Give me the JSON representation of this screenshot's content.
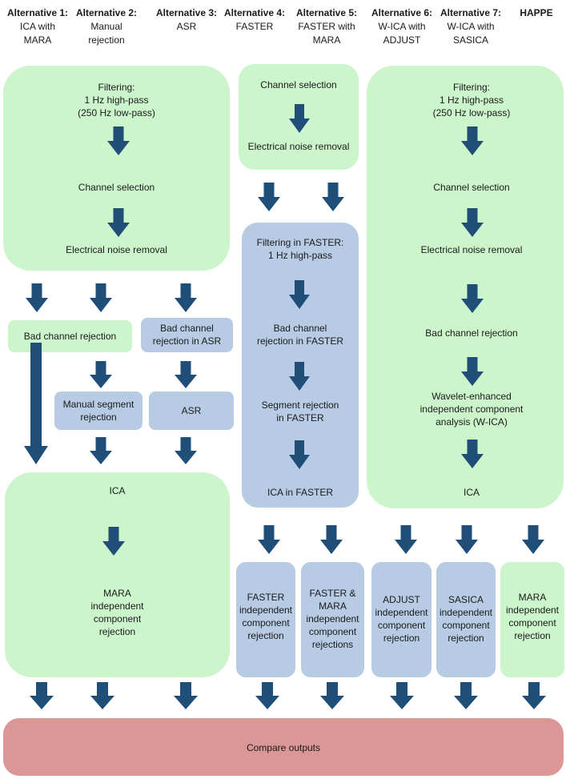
{
  "headers": [
    {
      "title": "Alternative 1:",
      "sub": [
        "ICA with",
        "MARA"
      ]
    },
    {
      "title": "Alternative 2:",
      "sub": [
        "Manual",
        "rejection"
      ]
    },
    {
      "title": "Alternative 3:",
      "sub": [
        "ASR"
      ]
    },
    {
      "title": "Alternative 4:",
      "sub": [
        "FASTER"
      ]
    },
    {
      "title": "Alternative 5:",
      "sub": [
        "FASTER  with",
        "MARA"
      ]
    },
    {
      "title": "Alternative 6:",
      "sub": [
        "W-ICA with",
        "ADJUST"
      ]
    },
    {
      "title": "Alternative 7:",
      "sub": [
        "W-ICA with",
        "SASICA"
      ]
    },
    {
      "title": "HAPPE",
      "sub": []
    }
  ],
  "left_pre": {
    "filtering": [
      "Filtering:",
      "1 Hz high-pass",
      "(250 Hz low-pass)"
    ],
    "channel_selection": "Channel selection",
    "noise_removal": "Electrical noise removal"
  },
  "mid_pre": {
    "channel_selection": "Channel selection",
    "noise_removal": "Electrical noise removal"
  },
  "right_pre": {
    "filtering": [
      "Filtering:",
      "1 Hz high-pass",
      "(250 Hz low-pass)"
    ],
    "channel_selection": "Channel selection",
    "noise_removal": "Electrical noise removal",
    "bad_channel": "Bad channel rejection",
    "wavelet": [
      "Wavelet-enhanced",
      "independent component",
      "analysis (W-ICA)"
    ],
    "ica": "ICA"
  },
  "faster": {
    "filtering": [
      "Filtering in FASTER:",
      "1 Hz high-pass"
    ],
    "bad_channel": [
      "Bad channel",
      "rejection in FASTER"
    ],
    "segment": [
      "Segment  rejection",
      "in FASTER"
    ],
    "ica": "ICA in FASTER"
  },
  "bad_channel_rejection": "Bad channel rejection",
  "asr_bad_channel": [
    "Bad channel",
    "rejection in ASR"
  ],
  "manual_segment": [
    "Manual segment",
    "rejection"
  ],
  "asr": "ASR",
  "ica_mara": {
    "ica": "ICA",
    "mara": [
      "MARA",
      "independent",
      "component",
      "rejection"
    ]
  },
  "component_boxes": [
    [
      "FASTER",
      "independent",
      "component",
      "rejection"
    ],
    [
      "FASTER  &",
      "MARA",
      "independent",
      "component",
      "rejections"
    ],
    [
      "ADJUST",
      "independent",
      "component",
      "rejection"
    ],
    [
      "SASICA",
      "independent",
      "component",
      "rejection"
    ],
    [
      "MARA",
      "independent",
      "component",
      "rejection"
    ]
  ],
  "compare": "Compare outputs",
  "colors": {
    "green": "#ccf5cc",
    "blue": "#b7cce4",
    "red": "#da9795",
    "arrow": "#1f4e79"
  }
}
